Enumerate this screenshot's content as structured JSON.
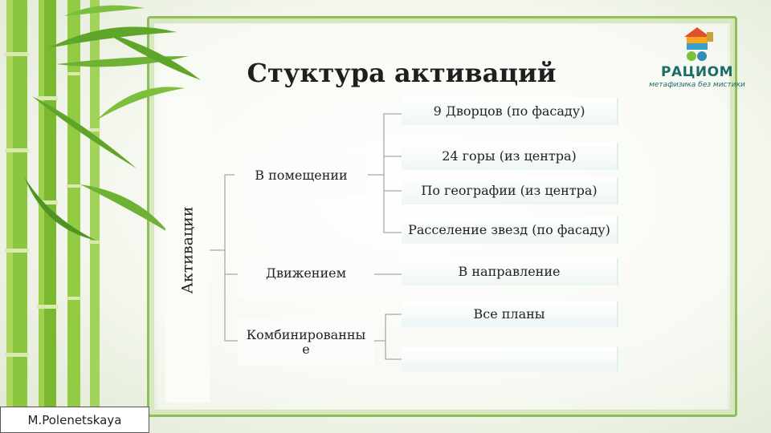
{
  "title": "Стуктура активаций",
  "logo": {
    "name": "РАЦИОМ",
    "tagline": "метафизика без мистики"
  },
  "root": "Активации",
  "level1": [
    "В помещении",
    "Движением",
    "Комбинированны е"
  ],
  "level2": [
    "9 Дворцов (по фасаду)",
    "24 горы (из центра)",
    "По географии (из центра)",
    "Расселение звезд (по фасаду)",
    "В направление",
    "Все планы",
    ""
  ],
  "author": "M.Polenetskaya",
  "colors": {
    "frame": "#8fbf5a",
    "line": "#a8a8a8",
    "logo": "#1c6b6b"
  }
}
